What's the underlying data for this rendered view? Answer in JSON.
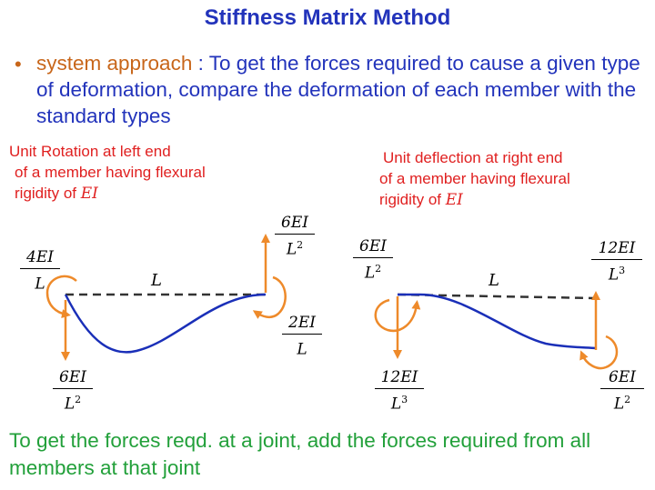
{
  "colors": {
    "title": "#2233bb",
    "body": "#2233bb",
    "highlight": "#c8661a",
    "caption": "#e02020",
    "beam": "#1a2fb8",
    "arrow": "#ee8a2a",
    "footer": "#22a03a"
  },
  "title": "Stiffness Matrix Method",
  "bullet": {
    "marker": "•",
    "highlight": "system approach",
    "text": " : To get the forces required to cause a given type of deformation, compare the deformation of each member with the standard types"
  },
  "left_case": {
    "caption_lines": [
      "Unit Rotation at left end",
      "of a member having flexural",
      "rigidity of "
    ],
    "caption_symbol": "EI",
    "span_label": "L",
    "left_moment": {
      "num": "4EI",
      "den": "L",
      "den_sup": ""
    },
    "left_force": {
      "num": "6EI",
      "den": "L",
      "den_sup": "2"
    },
    "right_force": {
      "num": "6EI",
      "den": "L",
      "den_sup": "2"
    },
    "right_moment": {
      "num": "2EI",
      "den": "L",
      "den_sup": ""
    }
  },
  "right_case": {
    "caption_lines": [
      "Unit deflection at right end",
      "of a member having flexural",
      "rigidity of "
    ],
    "caption_symbol": "EI",
    "span_label": "L",
    "left_moment": {
      "num": "6EI",
      "den": "L",
      "den_sup": "2"
    },
    "left_force": {
      "num": "12EI",
      "den": "L",
      "den_sup": "3"
    },
    "right_force": {
      "num": "12EI",
      "den": "L",
      "den_sup": "3"
    },
    "right_moment": {
      "num": "6EI",
      "den": "L",
      "den_sup": "2"
    }
  },
  "footer": "To get the forces reqd. at a joint, add the forces required from all members at that joint"
}
